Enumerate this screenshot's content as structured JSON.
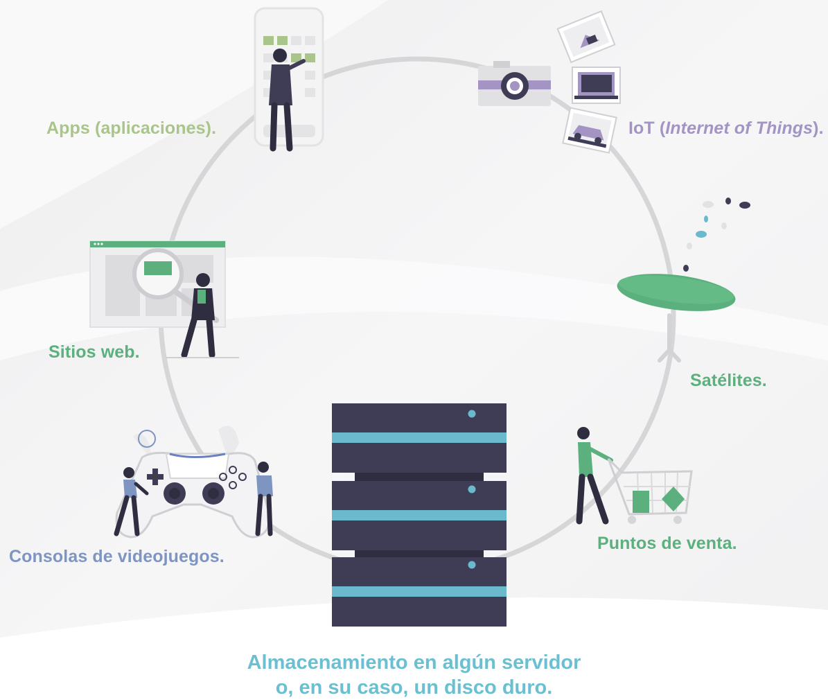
{
  "labels": {
    "apps": "Apps (aplicaciones).",
    "iot_prefix": "IoT (",
    "iot_italic": "Internet of Things",
    "iot_suffix": ").",
    "web": "Sitios web.",
    "satellites": "Satélites.",
    "consoles": "Consolas de videojuegos.",
    "sales": "Puntos de venta.",
    "storage_line1": "Almacenamiento en algún servidor",
    "storage_line2": "o, en su caso, un disco duro."
  },
  "colors": {
    "apps": "#a9c58b",
    "iot": "#a394c4",
    "web": "#5bb07e",
    "satellites": "#5bb07e",
    "consoles": "#7e95c2",
    "sales": "#5bb07e",
    "storage": "#6cbfd0",
    "server_dark": "#3f3d56",
    "server_stripe": "#6ab9cd",
    "ring": "#d7d7d7"
  },
  "icons": [
    "phone-app-icon",
    "camera-iot-icon",
    "satellite-dish-icon",
    "website-search-icon",
    "game-controller-icon",
    "shopping-cart-icon",
    "server-rack-icon"
  ]
}
